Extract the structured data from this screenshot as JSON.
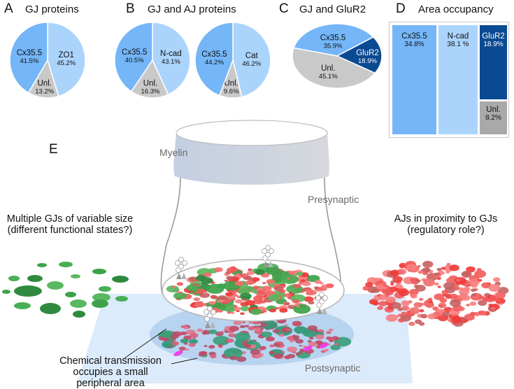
{
  "colors": {
    "cx35": "#74b6f8",
    "partner_light": "#abd4fc",
    "glur2": "#0a4a92",
    "unlabeled": "#c9c9c9",
    "unlabeled_tm": "#a9a9a9",
    "myelin": "#c8d3e4",
    "post_plane": "#dcebfb",
    "gj_green": "#3da24a",
    "aj_red": "#f26c6c",
    "chem_magenta": "#f040e8"
  },
  "panels": {
    "A": {
      "letter": "A",
      "title": "GJ proteins"
    },
    "B": {
      "letter": "B",
      "title": "GJ and AJ proteins"
    },
    "C": {
      "letter": "C",
      "title": "GJ and GluR2"
    },
    "D": {
      "letter": "D",
      "title": "Area occupancy"
    },
    "E": {
      "letter": "E"
    }
  },
  "chart_data": [
    {
      "type": "pie",
      "panel": "A",
      "title": "GJ proteins",
      "slices": [
        {
          "label": "ZO1",
          "value": 45.2,
          "pct": "45.2%",
          "color": "#abd4fc"
        },
        {
          "label": "Unl.",
          "value": 13.2,
          "pct": "13.2%",
          "color": "#c9c9c9"
        },
        {
          "label": "Cx35.5",
          "value": 41.5,
          "pct": "41.5%",
          "color": "#74b6f8"
        }
      ]
    },
    {
      "type": "pie",
      "panel": "B",
      "title": "GJ and AJ proteins",
      "slices": [
        {
          "label": "N-cad",
          "value": 43.1,
          "pct": "43.1%",
          "color": "#abd4fc"
        },
        {
          "label": "Unl.",
          "value": 16.3,
          "pct": "16.3%",
          "color": "#c9c9c9"
        },
        {
          "label": "Cx35.5",
          "value": 40.5,
          "pct": "40.5%",
          "color": "#74b6f8"
        }
      ]
    },
    {
      "type": "pie",
      "panel": "B",
      "title": "GJ and AJ proteins",
      "slices": [
        {
          "label": "Cat",
          "value": 46.2,
          "pct": "46.2%",
          "color": "#abd4fc"
        },
        {
          "label": "Unl.",
          "value": 9.6,
          "pct": "9.6%",
          "color": "#c9c9c9"
        },
        {
          "label": "Cx35.5",
          "value": 44.2,
          "pct": "44.2%",
          "color": "#74b6f8"
        }
      ]
    },
    {
      "type": "pie",
      "panel": "C",
      "title": "GJ and GluR2",
      "squashed": true,
      "slices": [
        {
          "label": "GluR2",
          "value": 18.9,
          "pct": "18.9%",
          "color": "#0a4a92"
        },
        {
          "label": "Unl.",
          "value": 45.1,
          "pct": "45.1%",
          "color": "#c9c9c9"
        },
        {
          "label": "Cx35.5",
          "value": 35.9,
          "pct": "35.9%",
          "color": "#74b6f8"
        }
      ]
    },
    {
      "type": "treemap",
      "panel": "D",
      "title": "Area occupancy",
      "cells": [
        {
          "label": "Cx35.5",
          "value": 34.8,
          "pct": "34.8%",
          "color": "#74b6f8"
        },
        {
          "label": "N-cad",
          "value": 38.1,
          "pct": "38.1 %",
          "color": "#abd4fc"
        },
        {
          "label": "GluR2",
          "value": 18.9,
          "pct": "18.9%",
          "color": "#0a4a92"
        },
        {
          "label": "Unl.",
          "value": 8.2,
          "pct": "8.2%",
          "color": "#a9a9a9"
        }
      ]
    }
  ],
  "diagram": {
    "myelin_label": "Myelin",
    "presynaptic_label": "Presynaptic",
    "postsynaptic_label": "Postsynaptic",
    "left_caption": [
      "Multiple GJs of variable size",
      "(different functional states?)"
    ],
    "right_caption": [
      "AJs in proximity to GJs",
      "(regulatory role?)"
    ],
    "bottom_caption": [
      "Chemical transmission",
      "occupies a small",
      "peripheral area"
    ]
  }
}
